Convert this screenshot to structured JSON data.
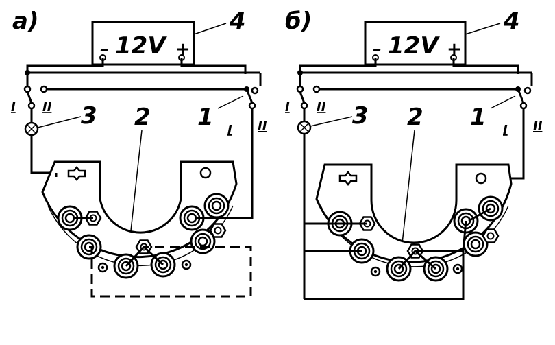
{
  "panels": [
    {
      "id": "a",
      "letter": "а)",
      "battery": {
        "voltage": "12V",
        "neg": "–",
        "pos": "+"
      },
      "labels": {
        "battery": "4",
        "lamp": "3",
        "diode": "2",
        "switch": "1",
        "pos1": "I",
        "pos2": "II",
        "pos1b": "I",
        "pos2b": "II"
      }
    },
    {
      "id": "b",
      "letter": "б)",
      "battery": {
        "voltage": "12V",
        "neg": "–",
        "pos": "+"
      },
      "labels": {
        "battery": "4",
        "lamp": "3",
        "diode": "2",
        "switch": "1",
        "pos1": "I",
        "pos2": "II",
        "pos1b": "I",
        "pos2b": "II"
      }
    }
  ]
}
